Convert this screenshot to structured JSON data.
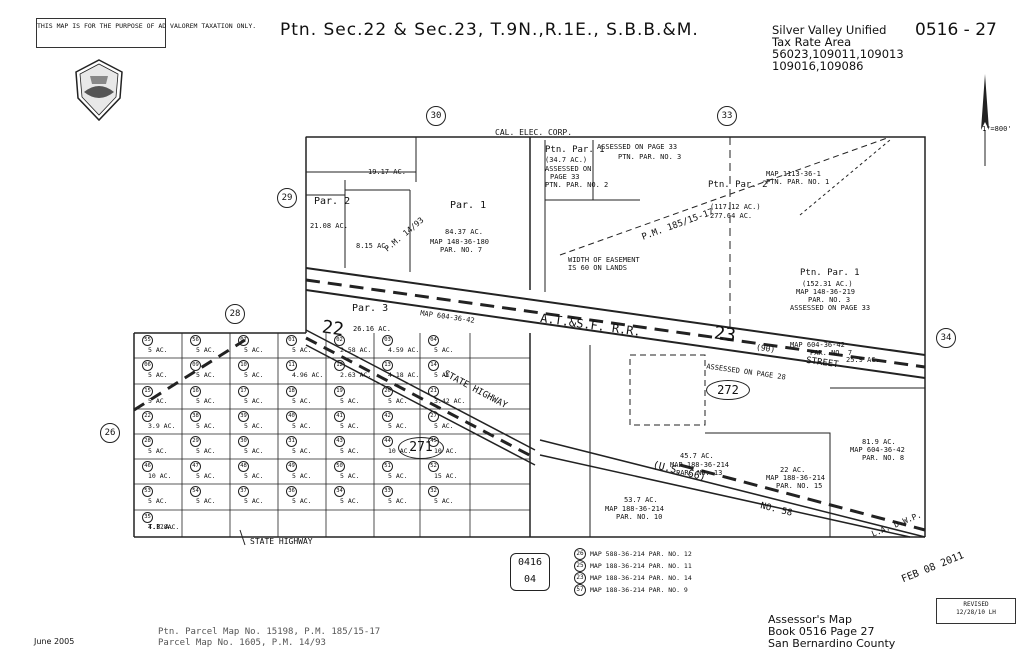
{
  "disclaimer": "THIS MAP IS FOR THE PURPOSE OF AD VALOREM TAXATION ONLY.",
  "title": "Ptn. Sec.22 & Sec.23, T.9N.,R.1E., S.B.B.&M.",
  "school_district": [
    "Silver Valley Unified",
    "Tax Rate Area",
    "56023,109011,109013",
    "109016,109086"
  ],
  "map_number": "0516 - 27",
  "scale": "1\"=800'",
  "date_left": "June 2005",
  "parcel_maps": [
    "Ptn. Parcel Map No. 15198, P.M. 185/15-17",
    "Parcel Map No. 1605, P.M. 14/93"
  ],
  "assessor": [
    "Assessor's Map",
    "Book 0516 Page 27",
    "San Bernardino County"
  ],
  "revised": [
    "REVISED",
    "12/28/10 LH"
  ],
  "stamp": "FEB 08 2011",
  "book_ref": [
    "0416",
    "04"
  ],
  "legend": [
    {
      "num": "26",
      "text": "MAP 588-36-214 PAR. NO. 12"
    },
    {
      "num": "25",
      "text": "MAP 188-36-214 PAR. NO. 11"
    },
    {
      "num": "23",
      "text": "MAP 188-36-214 PAR. NO. 14"
    },
    {
      "num": "57",
      "text": "MAP 188-36-214 PAR. NO. 9"
    }
  ],
  "sections": {
    "s30": "30",
    "s33": "33",
    "s29": "29",
    "s28": "28",
    "s26": "26",
    "s34": "34"
  },
  "labels": {
    "cal_elec": "CAL. ELEC. CORP.",
    "par1": "Par. 1",
    "par1_ac": "84.37 AC.",
    "par1_map": "MAP 148-36-180",
    "par1_no": "PAR. NO. 7",
    "par2": "Par. 2",
    "par2_ac": "21.08 AC.",
    "par3": "Par. 3",
    "par3_ac": "26.16 AC.",
    "par3_map": "MAP 604-36-42",
    "ac_1917": "19.17 AC.",
    "ac_815": "8.15 AC.",
    "ptn_par1": "Ptn. Par. 1",
    "ac_347": "(34.7 AC.)",
    "assessed_33": "ASSESSED ON PAGE 33",
    "assessed_on": "ASSESSED ON",
    "page33": "PAGE 33",
    "ptn_par_no2": "PTN. PAR. NO. 2",
    "ptn_par_no3": "PTN. PAR. NO. 3",
    "ptn_par2": "Ptn. Par. 2",
    "ac_1171": "(117.12 AC.)",
    "ac_2776": "277.64 AC.",
    "map1113": "MAP 1113-36-1",
    "ptn_par_no1": "PTN. PAR. NO. 1",
    "pm185": "P.M. 185/15-17",
    "pm1493": "P.M. 14/93",
    "ptn_par1b": "Ptn. Par. 1",
    "ac_15231": "(152.31 AC.)",
    "map148219": "MAP 148-36-219",
    "par_no3": "PAR. NO. 3",
    "assessed_33b": "ASSESSED ON PAGE 33",
    "easement1": "WIDTH OF EASEMENT",
    "easement2": "IS 60 ON LANDS",
    "atsf": "A.T.&S.F. R.R.",
    "sec22": "22",
    "sec23": "23",
    "street": "STREET",
    "street_no": "(90)",
    "map604_42": "MAP 604-36-42",
    "par_no7": "PAR. NO. 7",
    "ac_259": "25.9 AC.",
    "assessed_28": "ASSESSED ON PAGE 28",
    "book272": "272",
    "book271": "271",
    "ac_819": "81.9 AC.",
    "map604b": "MAP 604-36-42",
    "par_no8": "PAR. NO. 8",
    "ac_457": "45.7 AC.",
    "map188a": "MAP 188-36-214",
    "par_no13": "PAR. NO. 13",
    "ac_22": "22 AC.",
    "map188b": "MAP 188-36-214",
    "par_no15": "PAR. NO. 15",
    "ac_537": "53.7 AC.",
    "map188c": "MAP 188-36-214",
    "par_no10": "PAR. NO. 10",
    "us66": "(U.S. 66)",
    "no58": "NO. 58",
    "state_hwy": "STATE HIGHWAY",
    "state_hwy2": "STATE HIGHWAY",
    "ladwp": "L.A. D.W.P.",
    "tra": "T.R.A.",
    "ac_4178": "4.178AC."
  },
  "lots": [
    [
      "55",
      "5 AC."
    ],
    [
      "56",
      "5 AC."
    ],
    [
      "07",
      "5 AC."
    ],
    [
      "01",
      "5 AC."
    ],
    [
      "02",
      "2.58 AC."
    ],
    [
      "03",
      "4.59 AC."
    ],
    [
      "04",
      "5 AC."
    ],
    [
      "06",
      "5 AC."
    ],
    [
      "09",
      "5 AC."
    ],
    [
      "10",
      "5 AC."
    ],
    [
      "11",
      "4.96 AC."
    ],
    [
      "12",
      "2.63 AC."
    ],
    [
      "13",
      "4.18 AC."
    ],
    [
      "14",
      "5 AC."
    ],
    [
      "15",
      "5 AC."
    ],
    [
      "16",
      "5 AC."
    ],
    [
      "17",
      "5 AC."
    ],
    [
      "18",
      "5 AC."
    ],
    [
      "19",
      "5 AC."
    ],
    [
      "20",
      "5 AC."
    ],
    [
      "21",
      "3.42 AC."
    ],
    [
      "22",
      "3.9 AC."
    ],
    [
      "38",
      "5 AC."
    ],
    [
      "39",
      "5 AC."
    ],
    [
      "40",
      "5 AC."
    ],
    [
      "41",
      "5 AC."
    ],
    [
      "42",
      "5 AC."
    ],
    [
      "27",
      "5 AC."
    ],
    [
      "28",
      "5 AC."
    ],
    [
      "29",
      "5 AC."
    ],
    [
      "30",
      "5 AC."
    ],
    [
      "31",
      "5 AC."
    ],
    [
      "43",
      "5 AC."
    ],
    [
      "44",
      "10 AC."
    ],
    [
      "45",
      "10 AC."
    ],
    [
      "46",
      "10 AC."
    ],
    [
      "47",
      "5 AC."
    ],
    [
      "48",
      "5 AC."
    ],
    [
      "49",
      "5 AC."
    ],
    [
      "50",
      "5 AC."
    ],
    [
      "51",
      "5 AC."
    ],
    [
      "52",
      "15 AC."
    ],
    [
      "53",
      "5 AC."
    ],
    [
      "54",
      "5 AC."
    ],
    [
      "37",
      "5 AC."
    ],
    [
      "36",
      "5 AC."
    ],
    [
      "34",
      "5 AC."
    ],
    [
      "33",
      "5 AC."
    ],
    [
      "32",
      "5 AC."
    ],
    [
      "35",
      "4.178AC."
    ]
  ]
}
